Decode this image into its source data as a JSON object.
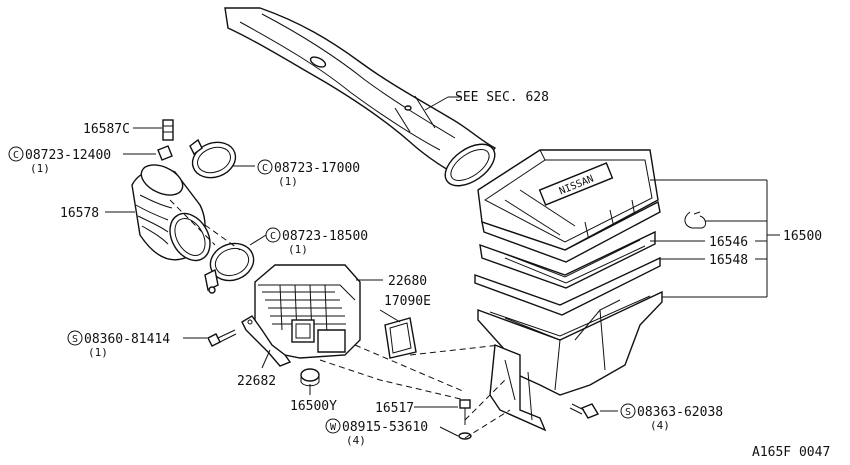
{
  "callouts": {
    "see_sec": "SEE SEC. 628",
    "p16587C": "16587C",
    "p08723_12400_prefix": "C",
    "p08723_12400": "08723-12400",
    "p08723_12400_qty": "(1)",
    "p08723_17000_prefix": "C",
    "p08723_17000": "08723-17000",
    "p08723_17000_qty": "(1)",
    "p16578": "16578",
    "p08723_18500_prefix": "C",
    "p08723_18500": "08723-18500",
    "p08723_18500_qty": "(1)",
    "p22680": "22680",
    "p17090E": "17090E",
    "p08360_81414_prefix": "S",
    "p08360_81414": "08360-81414",
    "p08360_81414_qty": "(1)",
    "p22682": "22682",
    "p16500Y": "16500Y",
    "p16517": "16517",
    "p08915_53610_prefix": "W",
    "p08915_53610": "08915-53610",
    "p08915_53610_qty": "(4)",
    "p08363_62038_prefix": "S",
    "p08363_62038": "08363-62038",
    "p08363_62038_qty": "(4)",
    "p16546": "16546",
    "p16548": "16548",
    "p16500": "16500"
  },
  "brand_logo_text": "NISSAN",
  "figure_code": "A165F 0047"
}
